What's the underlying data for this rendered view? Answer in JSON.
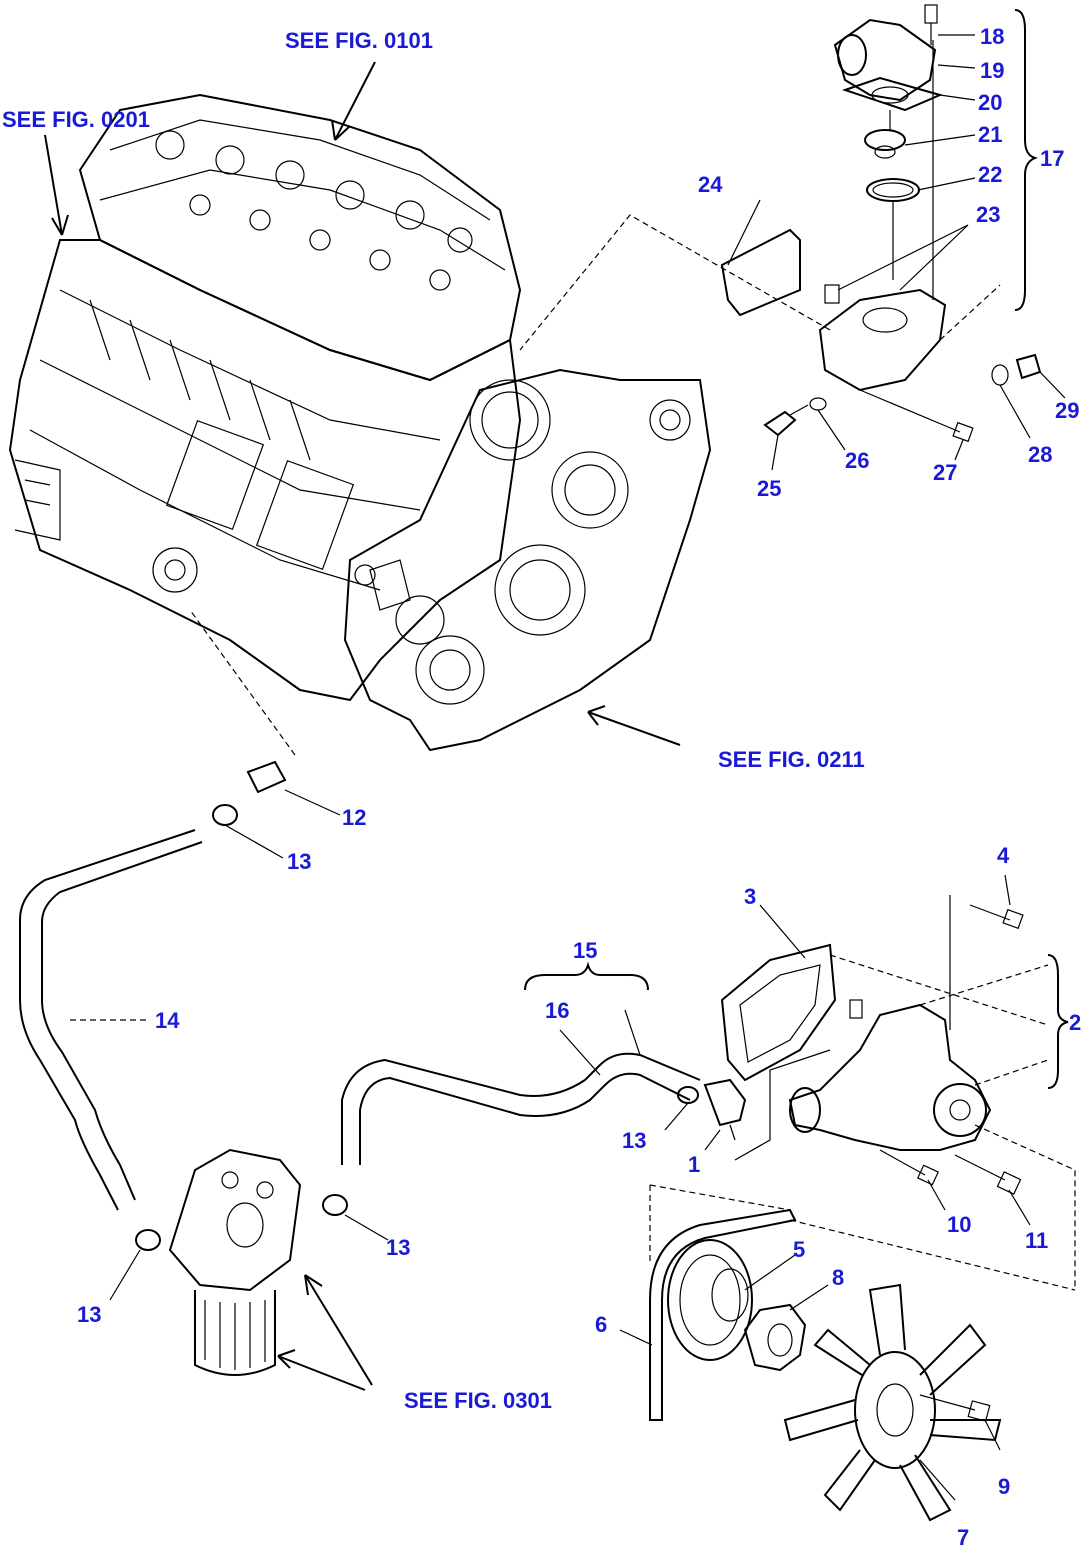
{
  "references": {
    "fig0101": "SEE FIG. 0101",
    "fig0201": "SEE FIG. 0201",
    "fig0211": "SEE FIG. 0211",
    "fig0301": "SEE FIG. 0301"
  },
  "callouts": {
    "c1": "1",
    "c2": "2",
    "c3": "3",
    "c4": "4",
    "c5": "5",
    "c6": "6",
    "c7": "7",
    "c8": "8",
    "c9": "9",
    "c10": "10",
    "c11": "11",
    "c12": "12",
    "c13a": "13",
    "c13b": "13",
    "c13c": "13",
    "c13d": "13",
    "c14": "14",
    "c15": "15",
    "c16": "16",
    "c17": "17",
    "c18": "18",
    "c19": "19",
    "c20": "20",
    "c21": "21",
    "c22": "22",
    "c23": "23",
    "c24": "24",
    "c25": "25",
    "c26": "26",
    "c27": "27",
    "c28": "28",
    "c29": "29"
  },
  "colors": {
    "label": "#1a1ad6",
    "line": "#000000",
    "background": "#ffffff"
  }
}
